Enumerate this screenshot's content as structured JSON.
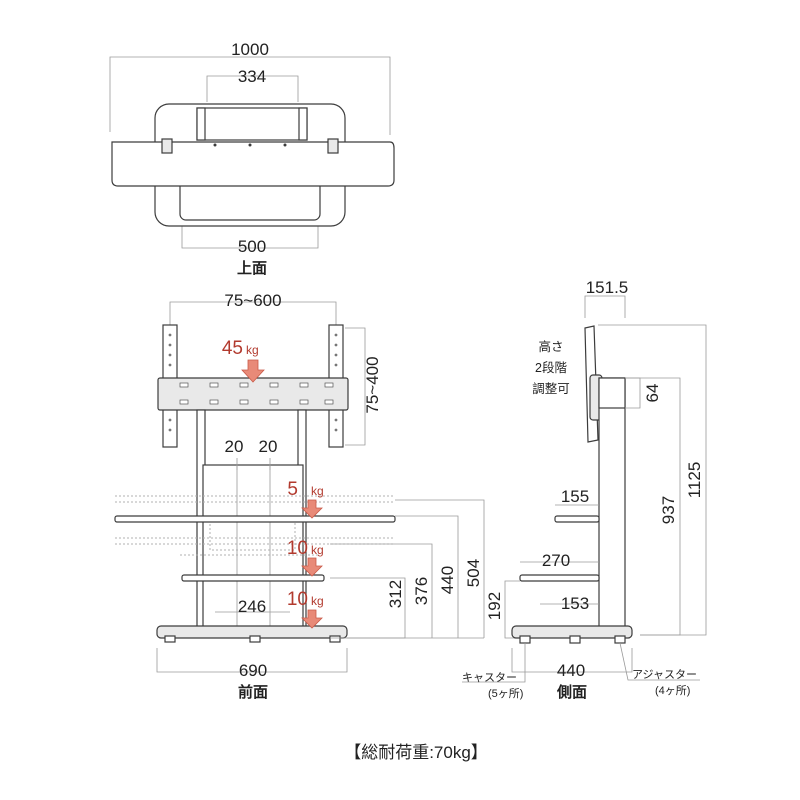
{
  "views": {
    "top": {
      "label": "上面",
      "dims": {
        "overall_width": "1000",
        "bracket_width": "334",
        "base_width": "500"
      }
    },
    "front": {
      "label": "前面",
      "dims": {
        "vesa_width": "75~600",
        "vesa_height": "75~400",
        "pole_gap_left": "20",
        "pole_gap_right": "20",
        "shelf_spacing": "246",
        "base_width": "690",
        "shelf1_height": "312",
        "shelf2_height": "376",
        "shelf3_height": "440",
        "shelf4_height": "504"
      },
      "loads": [
        {
          "value": "45",
          "unit": "kg"
        },
        {
          "value": "5",
          "unit": "kg"
        },
        {
          "value": "10",
          "unit": "kg"
        },
        {
          "value": "10",
          "unit": "kg"
        }
      ]
    },
    "side": {
      "label": "側面",
      "dims": {
        "top_depth": "151.5",
        "bracket_offset": "64",
        "height_937": "937",
        "height_1125": "1125",
        "shelf_depth_upper": "155",
        "shelf_depth_lower": "270",
        "shelf_inner": "153",
        "lower_height": "192",
        "base_depth": "440"
      },
      "note_lines": [
        "高さ",
        "2段階",
        "調整可"
      ],
      "caster_label": "キャスター",
      "caster_count": "(5ヶ所)",
      "adjuster_label": "アジャスター",
      "adjuster_count": "(4ヶ所)"
    }
  },
  "total_load": "【総耐荷重:70kg】",
  "colors": {
    "load_text": "#b23a2e",
    "load_arrow": "#e88a78",
    "line": "#3c3c3c",
    "dim_line": "#9a9a9a"
  }
}
